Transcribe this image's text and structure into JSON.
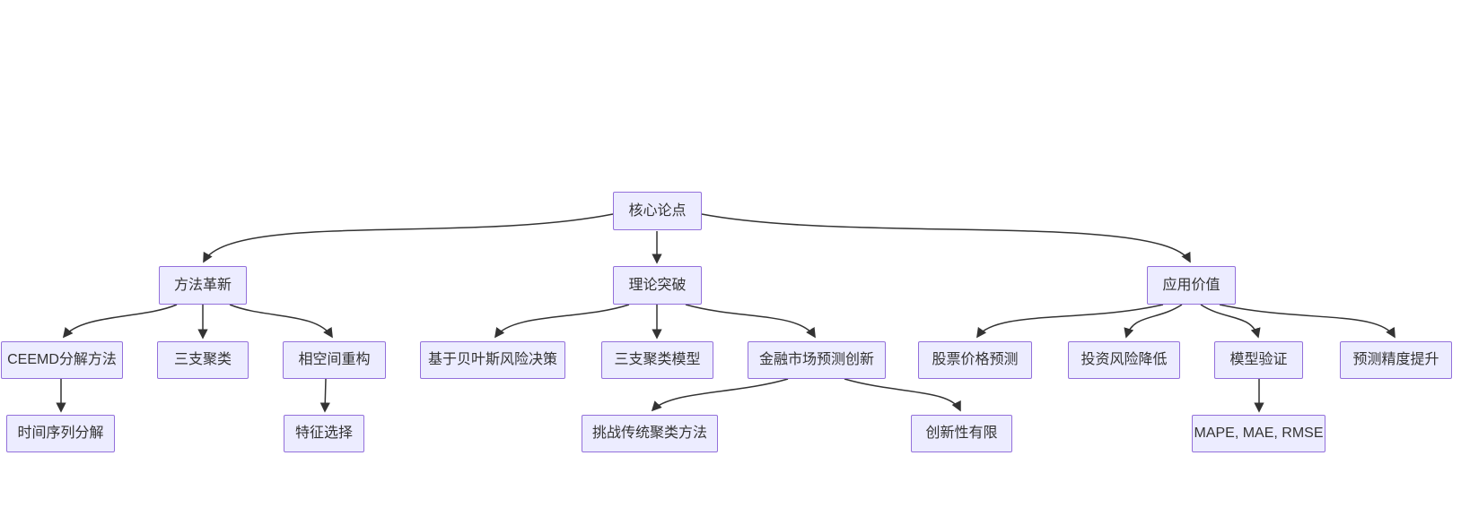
{
  "diagram": {
    "type": "flowchart",
    "direction": "top-down",
    "colors": {
      "node_fill": "#ECECFF",
      "node_border": "#9370DB",
      "edge_line": "#333333",
      "text": "#333333",
      "background": "#FFFFFF"
    },
    "nodes": {
      "core": {
        "label": "核心论点"
      },
      "method": {
        "label": "方法革新"
      },
      "theory": {
        "label": "理论突破"
      },
      "application": {
        "label": "应用价值"
      },
      "ceemd": {
        "label": "CEEMD分解方法"
      },
      "threeway": {
        "label": "三支聚类"
      },
      "phase": {
        "label": "相空间重构"
      },
      "bayes": {
        "label": "基于贝叶斯风险决策"
      },
      "threewaymodel": {
        "label": "三支聚类模型"
      },
      "financial": {
        "label": "金融市场预测创新"
      },
      "stock": {
        "label": "股票价格预测"
      },
      "risk": {
        "label": "投资风险降低"
      },
      "validation": {
        "label": "模型验证"
      },
      "accuracy": {
        "label": "预测精度提升"
      },
      "timeseries": {
        "label": "时间序列分解"
      },
      "feature": {
        "label": "特征选择"
      },
      "challenge": {
        "label": "挑战传统聚类方法"
      },
      "limited": {
        "label": "创新性有限"
      },
      "metrics": {
        "label": "MAPE, MAE, RMSE"
      }
    },
    "edges": [
      {
        "from": "核心论点",
        "to": "方法革新"
      },
      {
        "from": "核心论点",
        "to": "理论突破"
      },
      {
        "from": "核心论点",
        "to": "应用价值"
      },
      {
        "from": "方法革新",
        "to": "CEEMD分解方法"
      },
      {
        "from": "方法革新",
        "to": "三支聚类"
      },
      {
        "from": "方法革新",
        "to": "相空间重构"
      },
      {
        "from": "CEEMD分解方法",
        "to": "时间序列分解"
      },
      {
        "from": "相空间重构",
        "to": "特征选择"
      },
      {
        "from": "理论突破",
        "to": "基于贝叶斯风险决策"
      },
      {
        "from": "理论突破",
        "to": "三支聚类模型"
      },
      {
        "from": "理论突破",
        "to": "金融市场预测创新"
      },
      {
        "from": "金融市场预测创新",
        "to": "挑战传统聚类方法"
      },
      {
        "from": "金融市场预测创新",
        "to": "创新性有限"
      },
      {
        "from": "应用价值",
        "to": "股票价格预测"
      },
      {
        "from": "应用价值",
        "to": "投资风险降低"
      },
      {
        "from": "应用价值",
        "to": "模型验证"
      },
      {
        "from": "应用价值",
        "to": "预测精度提升"
      },
      {
        "from": "模型验证",
        "to": "MAPE, MAE, RMSE"
      }
    ]
  }
}
